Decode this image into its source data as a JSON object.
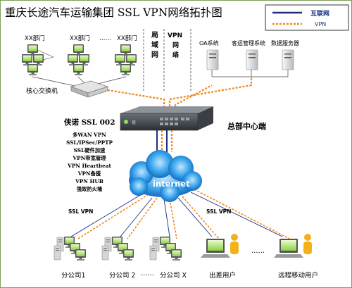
{
  "title": "重庆长途汽车运输集团 SSL VPN网络拓扑图",
  "legend": {
    "internet": "互联网",
    "vpn": "VPN"
  },
  "zones": {
    "lan": "局域网",
    "vpn_zone": "VPN网络"
  },
  "departments": [
    "XX部门",
    "XX部门",
    "……",
    "XX部门"
  ],
  "core_switch": "核心交换机",
  "servers": [
    "OA系统",
    "客运管理系统",
    "数据服务器"
  ],
  "device_name": "侠诺 SSL 002",
  "features": [
    "多WAN VPN",
    "SSL/IPSec/PPTP",
    "SSL硬件加速",
    "VPN带宽管理",
    "VPN Heartbeat",
    "VPN备援",
    "VPN HUB",
    "强效防火墙"
  ],
  "hq": "总部中心端",
  "cloud": "internet",
  "ssl_vpn_labels": [
    "SSL VPN",
    "SSL VPN"
  ],
  "branches": [
    "分公司1",
    "分公司 2",
    "……",
    "分公司 X",
    "出差用户",
    "……",
    "远程移动用户"
  ],
  "colors": {
    "internet_line": "#1a2f80",
    "vpn_line": "#f08a1c",
    "cloud": "#1e8fe0",
    "frame": "#7ba05a"
  }
}
